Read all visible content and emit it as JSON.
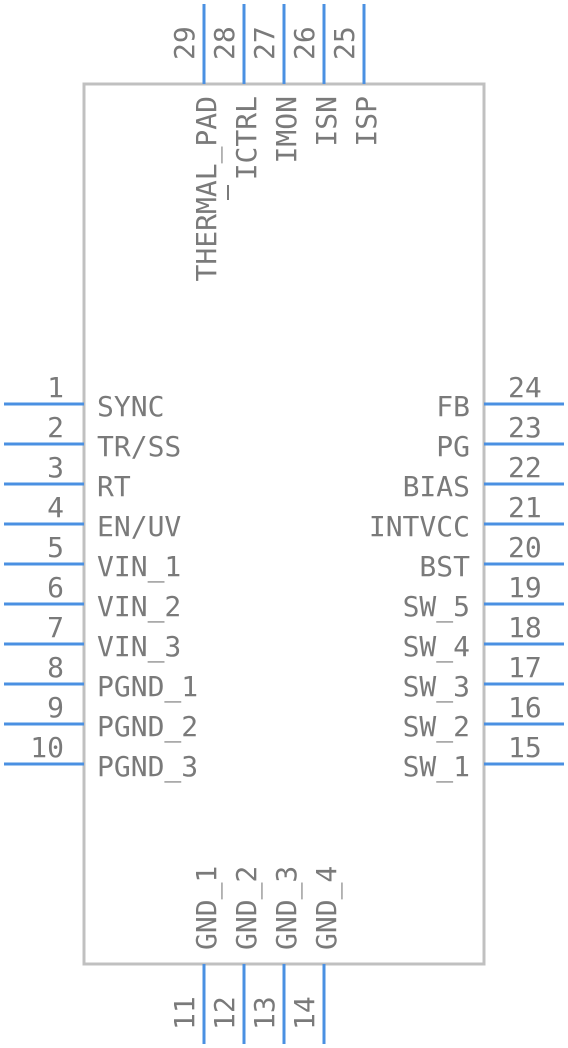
{
  "component": {
    "body_color": "#c0c0c0",
    "pin_color": "#4a90e2",
    "text_color": "#7a7a7a"
  },
  "pins": {
    "left": [
      {
        "number": "1",
        "name": "SYNC"
      },
      {
        "number": "2",
        "name": "TR/SS"
      },
      {
        "number": "3",
        "name": "RT"
      },
      {
        "number": "4",
        "name": "EN/UV"
      },
      {
        "number": "5",
        "name": "VIN_1"
      },
      {
        "number": "6",
        "name": "VIN_2"
      },
      {
        "number": "7",
        "name": "VIN_3"
      },
      {
        "number": "8",
        "name": "PGND_1"
      },
      {
        "number": "9",
        "name": "PGND_2"
      },
      {
        "number": "10",
        "name": "PGND_3"
      }
    ],
    "right": [
      {
        "number": "24",
        "name": "FB"
      },
      {
        "number": "23",
        "name": "PG"
      },
      {
        "number": "22",
        "name": "BIAS"
      },
      {
        "number": "21",
        "name": "INTVCC"
      },
      {
        "number": "20",
        "name": "BST"
      },
      {
        "number": "19",
        "name": "SW_5"
      },
      {
        "number": "18",
        "name": "SW_4"
      },
      {
        "number": "17",
        "name": "SW_3"
      },
      {
        "number": "16",
        "name": "SW_2"
      },
      {
        "number": "15",
        "name": "SW_1"
      }
    ],
    "top": [
      {
        "number": "29",
        "name": "THERMAL_PAD"
      },
      {
        "number": "28",
        "name": "ICTRL"
      },
      {
        "number": "27",
        "name": "IMON"
      },
      {
        "number": "26",
        "name": "ISN"
      },
      {
        "number": "25",
        "name": "ISP"
      }
    ],
    "bottom": [
      {
        "number": "11",
        "name": "GND_1"
      },
      {
        "number": "12",
        "name": "GND_2"
      },
      {
        "number": "13",
        "name": "GND_3"
      },
      {
        "number": "14",
        "name": "GND_4"
      }
    ]
  }
}
